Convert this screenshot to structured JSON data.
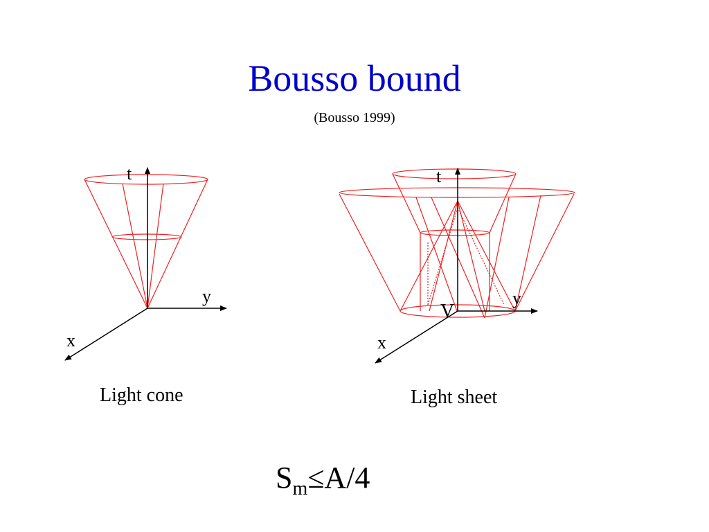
{
  "slide": {
    "title": "Bousso bound",
    "subtitle": "(Bousso 1999)"
  },
  "light_cone": {
    "caption": "Light cone",
    "axis_t": "t",
    "axis_x": "x",
    "axis_y": "y"
  },
  "light_sheet": {
    "caption": "Light sheet",
    "axis_t": "t",
    "axis_x": "x",
    "axis_y": "y",
    "volume_label": "V"
  },
  "formula": {
    "s": "S",
    "sub": "m",
    "rest": "≤A/4"
  },
  "colors": {
    "title": "#0000cc",
    "cone_lines": "#ee2222",
    "axes": "#000000"
  }
}
